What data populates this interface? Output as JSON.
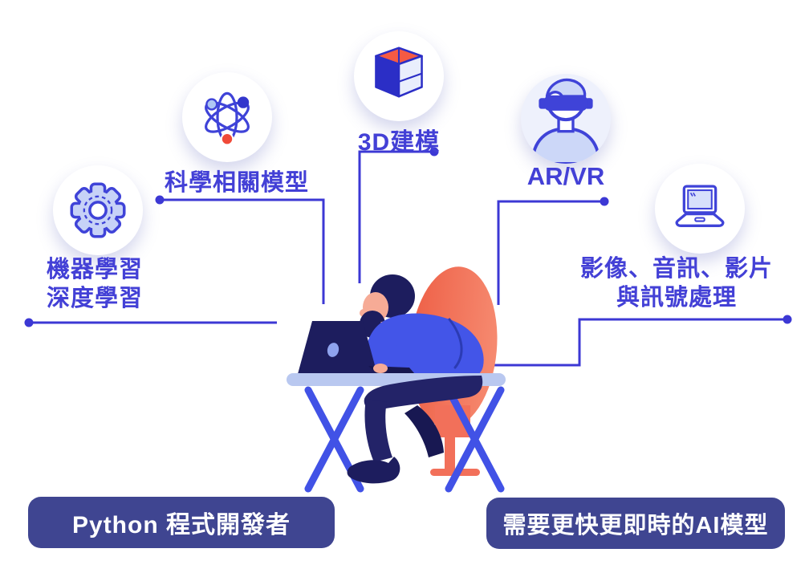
{
  "nodes": {
    "machine_learning": {
      "icon": "gear-icon",
      "line1": "機器學習",
      "line2": "深度學習"
    },
    "science_models": {
      "icon": "atom-icon",
      "line1": "科學相關模型"
    },
    "modeling_3d": {
      "icon": "cube-icon",
      "line1": "3D建模"
    },
    "ar_vr": {
      "icon": "vr-headset-icon",
      "line1": "AR/VR"
    },
    "media_signal": {
      "icon": "laptop-icon",
      "line1": "影像、音訊、影片",
      "line2": "與訊號處理"
    }
  },
  "bottom": {
    "left": "Python 程式開發者",
    "right": "需要更快更即時的AI模型"
  },
  "colors": {
    "label_text": "#4340d6",
    "connector_line": "#3c38d4",
    "box_background": "#3f4591",
    "box_text": "#ffffff",
    "icon_stroke": "#3f43d8",
    "icon_fill_light": "#c7d2f7",
    "cube_top": "#f55a43",
    "cube_left": "#2b2ec6",
    "cube_pale": "#e9eefc",
    "atom_dot_light": "#aec6f4",
    "atom_dot_dark": "#3336cc",
    "atom_dot_red": "#f04a38",
    "chair": "#f2705a",
    "shirt": "#4355e8",
    "desk": "#b9c8f0",
    "desk_legs": "#4152e6",
    "skin": "#f6ab96",
    "dark_navy": "#1d1d5e",
    "pants_navy": "#232368"
  }
}
